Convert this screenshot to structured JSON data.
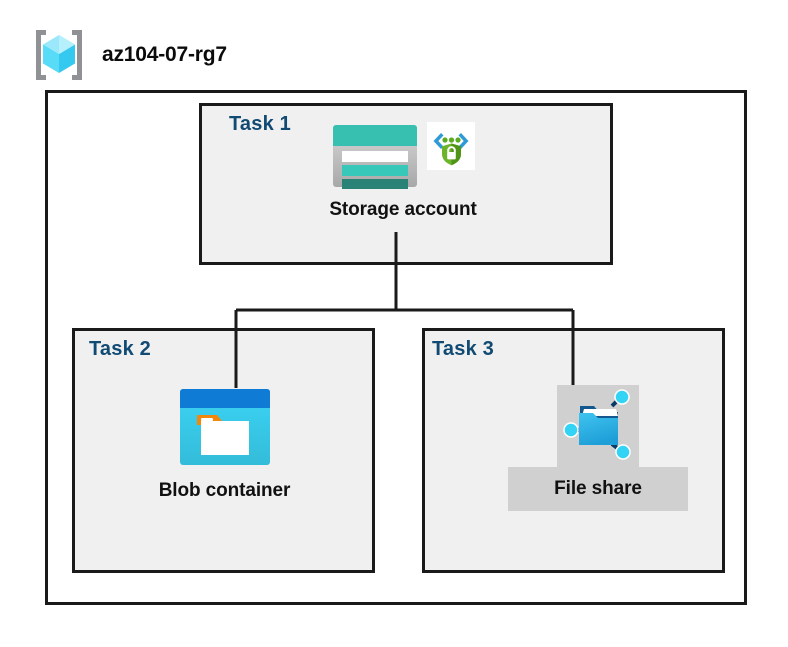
{
  "diagram": {
    "type": "azure-architecture",
    "resource_group": {
      "title": "az104-07-rg7",
      "icon": "resource-group-cube-icon"
    },
    "tasks": [
      {
        "id": "task-1",
        "label": "Task 1",
        "node": {
          "caption": "Storage account",
          "icons": [
            "storage-account-icon",
            "secure-private-endpoint-shield-icon"
          ]
        }
      },
      {
        "id": "task-2",
        "label": "Task 2",
        "node": {
          "caption": "Blob container",
          "icons": [
            "blob-container-icon"
          ]
        }
      },
      {
        "id": "task-3",
        "label": "Task 3",
        "node": {
          "caption": "File share",
          "icons": [
            "file-share-folder-icon"
          ]
        }
      }
    ],
    "connections": [
      {
        "from": "Storage account",
        "to": "Blob container"
      },
      {
        "from": "Storage account",
        "to": "File share"
      }
    ],
    "colors": {
      "border": "#1a1a1a",
      "task_box_fill": "#f0f0f0",
      "task_label": "#114a73",
      "caption": "#111111",
      "storage_teal": "#37bfb0",
      "storage_teal_dark": "#2a8276",
      "storage_gray": "#b3b3b3",
      "blob_header_blue": "#0f7bd4",
      "blob_body_cyan": "#36cdf0",
      "blob_tab_orange": "#f2870d",
      "fileshare_blue": "#2fb3e8",
      "fileshare_node_cyan": "#32d3f5",
      "shield_green": "#5aab20",
      "bracket_gray": "#8f9194",
      "cube_cyan": "#41d4f5",
      "fileshare_backdrop": "#d0d0d0"
    }
  }
}
